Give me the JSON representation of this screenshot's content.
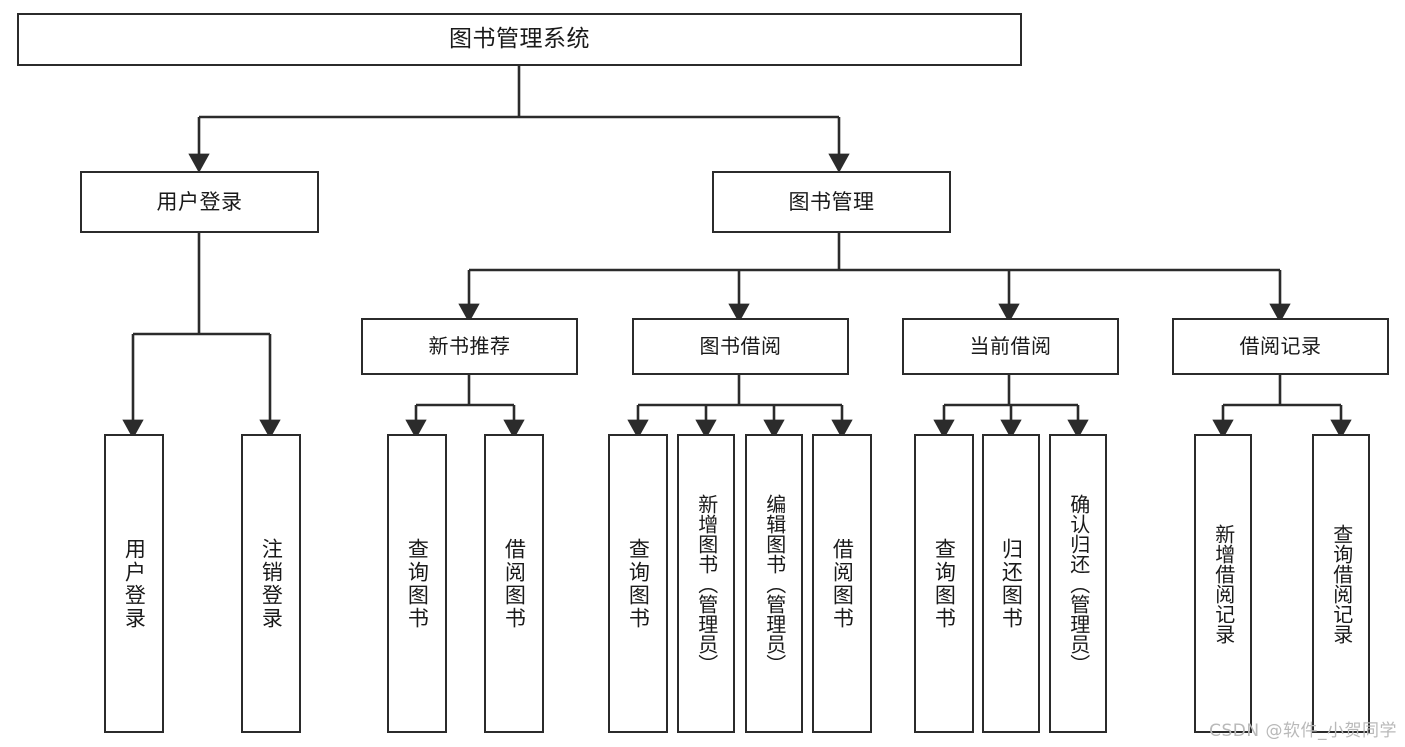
{
  "diagram": {
    "title": "图书管理系统",
    "type": "tree-hierarchy-chart",
    "watermark": "CSDN @软件_小贺同学",
    "stroke_color": "#2b2b2b",
    "background_color": "#ffffff",
    "nodes": {
      "root": {
        "label": "图书管理系统"
      },
      "level2": [
        {
          "key": "user_login",
          "label": "用户登录"
        },
        {
          "key": "book_manage",
          "label": "图书管理"
        }
      ],
      "level3": [
        {
          "key": "new_book_rec",
          "label": "新书推荐"
        },
        {
          "key": "book_borrow",
          "label": "图书借阅"
        },
        {
          "key": "current_borrow",
          "label": "当前借阅"
        },
        {
          "key": "borrow_record",
          "label": "借阅记录"
        }
      ],
      "leaves": [
        {
          "key": "leaf_user_login",
          "label": "用户登录",
          "parent": "user_login"
        },
        {
          "key": "leaf_user_logout",
          "label": "注销登录",
          "parent": "user_login"
        },
        {
          "key": "leaf_nbr_query",
          "label": "查询图书",
          "parent": "new_book_rec"
        },
        {
          "key": "leaf_nbr_borrow",
          "label": "借阅图书",
          "parent": "new_book_rec"
        },
        {
          "key": "leaf_bb_query",
          "label": "查询图书",
          "parent": "book_borrow"
        },
        {
          "key": "leaf_bb_add",
          "label": "新增图书（管理员）",
          "parent": "book_borrow"
        },
        {
          "key": "leaf_bb_edit",
          "label": "编辑图书（管理员）",
          "parent": "book_borrow"
        },
        {
          "key": "leaf_bb_borrow",
          "label": "借阅图书",
          "parent": "book_borrow"
        },
        {
          "key": "leaf_cb_query",
          "label": "查询图书",
          "parent": "current_borrow"
        },
        {
          "key": "leaf_cb_return",
          "label": "归还图书",
          "parent": "current_borrow"
        },
        {
          "key": "leaf_cb_confirm",
          "label": "确认归还（管理员）",
          "parent": "current_borrow"
        },
        {
          "key": "leaf_br_add",
          "label": "新增借阅记录",
          "parent": "borrow_record"
        },
        {
          "key": "leaf_br_query",
          "label": "查询借阅记录",
          "parent": "borrow_record"
        }
      ]
    }
  }
}
